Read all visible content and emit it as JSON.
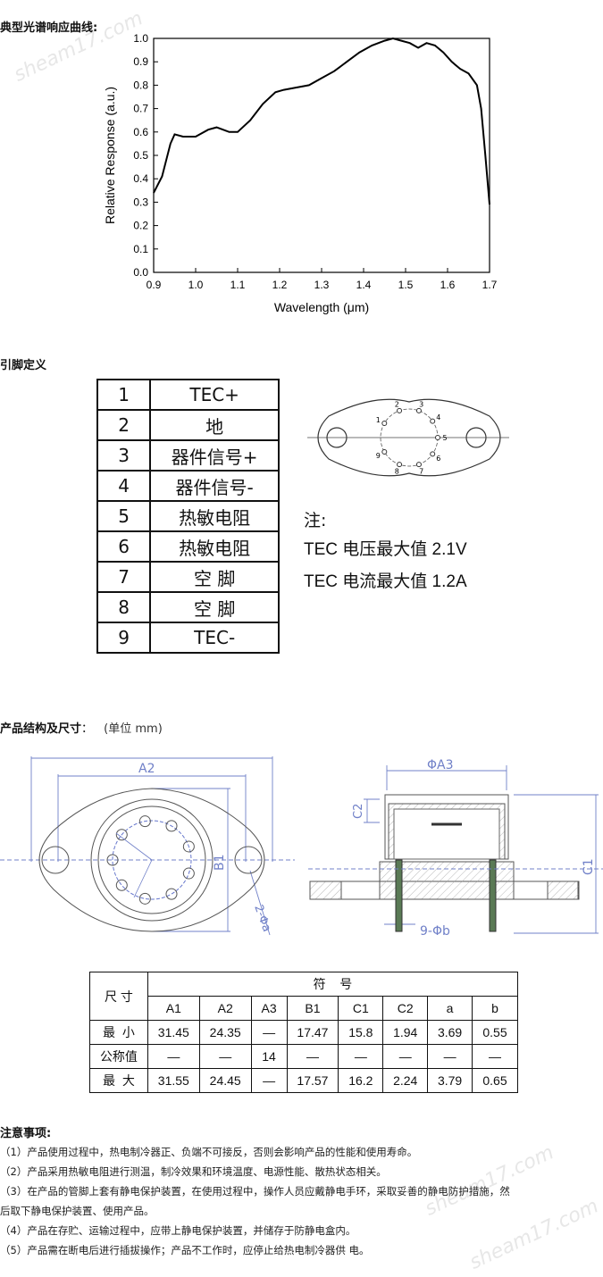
{
  "section1": {
    "heading": "典型光谱响应曲线:"
  },
  "chart_data": {
    "type": "line",
    "xlabel": "Wavelength (μm)",
    "ylabel": "Relative Response (a.u.)",
    "xlim": [
      0.9,
      1.7
    ],
    "ylim": [
      0.0,
      1.0
    ],
    "xticks": [
      "0.9",
      "1.0",
      "1.1",
      "1.2",
      "1.3",
      "1.4",
      "1.5",
      "1.6",
      "1.7"
    ],
    "yticks": [
      "0.0",
      "0.1",
      "0.2",
      "0.3",
      "0.4",
      "0.5",
      "0.6",
      "0.7",
      "0.8",
      "0.9",
      "1.0"
    ],
    "x": [
      0.9,
      0.92,
      0.94,
      0.95,
      0.97,
      1.0,
      1.03,
      1.05,
      1.08,
      1.1,
      1.13,
      1.16,
      1.19,
      1.21,
      1.24,
      1.27,
      1.3,
      1.33,
      1.36,
      1.39,
      1.42,
      1.45,
      1.47,
      1.49,
      1.51,
      1.53,
      1.55,
      1.57,
      1.59,
      1.61,
      1.63,
      1.65,
      1.67,
      1.68,
      1.69,
      1.7
    ],
    "y": [
      0.34,
      0.41,
      0.55,
      0.59,
      0.58,
      0.58,
      0.61,
      0.62,
      0.6,
      0.6,
      0.65,
      0.72,
      0.77,
      0.78,
      0.79,
      0.8,
      0.83,
      0.86,
      0.9,
      0.94,
      0.97,
      0.99,
      1.0,
      0.99,
      0.98,
      0.96,
      0.98,
      0.97,
      0.94,
      0.9,
      0.87,
      0.85,
      0.8,
      0.7,
      0.5,
      0.29
    ],
    "grid": false
  },
  "section2": {
    "heading": "引脚定义",
    "pins": [
      {
        "num": "1",
        "name": "TEC+"
      },
      {
        "num": "2",
        "name": "地"
      },
      {
        "num": "3",
        "name": "器件信号+"
      },
      {
        "num": "4",
        "name": "器件信号-"
      },
      {
        "num": "5",
        "name": "热敏电阻"
      },
      {
        "num": "6",
        "name": "热敏电阻"
      },
      {
        "num": "7",
        "name": "空 脚"
      },
      {
        "num": "8",
        "name": "空 脚"
      },
      {
        "num": "9",
        "name": "TEC-"
      }
    ],
    "diagram_pin_labels": [
      "1",
      "2",
      "3",
      "4",
      "5",
      "6",
      "7",
      "8",
      "9"
    ],
    "note_title": "注:",
    "note_lines": [
      "TEC 电压最大值 2.1V",
      "TEC 电流最大值 1.2A"
    ]
  },
  "section3": {
    "heading": "产品结构及尺寸",
    "unit": "(单位 mm)",
    "drawing_labels": {
      "a2": "A2",
      "b1": "B1",
      "phi_a": "2-Φa",
      "phi_a3": "ΦA3",
      "c2": "C2",
      "c1": "C1",
      "phi_b": "9-Φb"
    },
    "table": {
      "corner": "尺 寸",
      "group": "符    号",
      "columns": [
        "A1",
        "A2",
        "A3",
        "B1",
        "C1",
        "C2",
        "a",
        "b"
      ],
      "rows": [
        {
          "label": "最  小",
          "values": [
            "31.45",
            "24.35",
            "—",
            "17.47",
            "15.8",
            "1.94",
            "3.69",
            "0.55"
          ]
        },
        {
          "label": "公称值",
          "values": [
            "—",
            "—",
            "14",
            "—",
            "—",
            "—",
            "—",
            "—"
          ]
        },
        {
          "label": "最  大",
          "values": [
            "31.55",
            "24.45",
            "—",
            "17.57",
            "16.2",
            "2.24",
            "3.79",
            "0.65"
          ]
        }
      ]
    }
  },
  "section4": {
    "heading": "注意事项",
    "items": [
      "（1）产品使用过程中，热电制冷器正、负端不可接反，否则会影响产品的性能和使用寿命。",
      "（2）产品采用热敏电阻进行测温，制冷效果和环境温度、电源性能、散热状态相关。",
      "（3）在产品的管脚上套有静电保护装置，在使用过程中，操作人员应戴静电手环，采取妥善的静电防护措施，然",
      "后取下静电保护装置、使用产品。",
      "（4）产品在存贮、运输过程中，应带上静电保护装置，并储存于防静电盒内。",
      "（5）产品需在断电后进行插拔操作；产品不工作时，应停止给热电制冷器供 电。"
    ]
  }
}
